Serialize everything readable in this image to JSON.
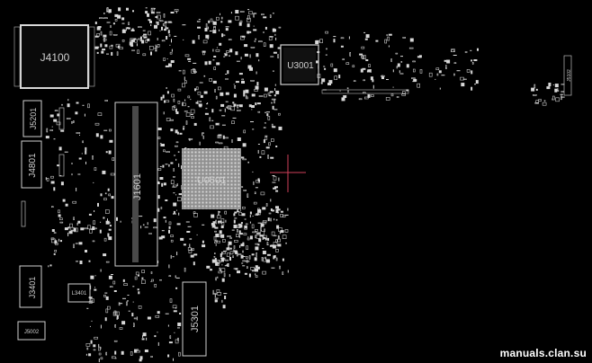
{
  "labels": {
    "j4100": "J4100",
    "u3001": "U3001",
    "j5201": "J5201",
    "j4801": "J4801",
    "j1601": "J1601",
    "u0501": "U0501",
    "j3401": "J3401",
    "l3401": "L3401",
    "j5002": "J5002",
    "j5301": "J5301",
    "j5102": "J5102"
  },
  "watermark": "manuals.clan.su",
  "colors": {
    "background": "#000000",
    "component": "#d8d8d8",
    "cursor": "#d0405a"
  }
}
